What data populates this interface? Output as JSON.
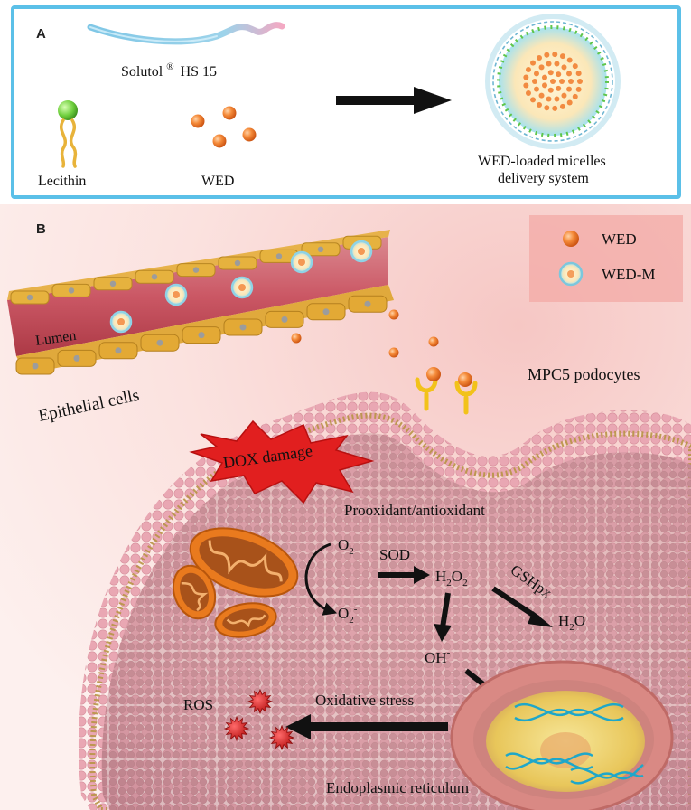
{
  "panel_a": {
    "label": "A",
    "solutol_label": "Solutol",
    "solutol_reg": "®",
    "solutol_suffix": "HS 15",
    "lecithin_label": "Lecithin",
    "wed_label": "WED",
    "micelle_label_line1": "WED-loaded micelles",
    "micelle_label_line2": "delivery system",
    "border_color": "#5bc0e8"
  },
  "panel_b": {
    "label": "B",
    "legend": {
      "wed": "WED",
      "wed_m": "WED-M"
    },
    "lumen": "Lumen",
    "epithelial_cells": "Epithelial cells",
    "mpc5": "MPC5 podocytes",
    "dox_damage": "DOX damage",
    "prooxidant": "Prooxidant/antioxidant",
    "o2": "O",
    "o2_sub": "2",
    "o2minus": "O",
    "o2minus_sub": "2",
    "o2minus_sup": "-",
    "sod": "SOD",
    "h2o2_h": "H",
    "h2o2_sub1": "2",
    "h2o2_o": "O",
    "h2o2_sub2": "2",
    "gshpx": "GSHpx",
    "h2o_h": "H",
    "h2o_sub": "2",
    "h2o_o": "O",
    "oh": "OH",
    "oh_sup": "-",
    "ros": "ROS",
    "oxidative_stress": "Oxidative stress",
    "er": "Endoplasmic reticulum"
  },
  "colors": {
    "wed_orange": "#f07a2a",
    "cell_pink": "#c98a92",
    "dox_red": "#e02020",
    "ros_red": "#d81818"
  }
}
